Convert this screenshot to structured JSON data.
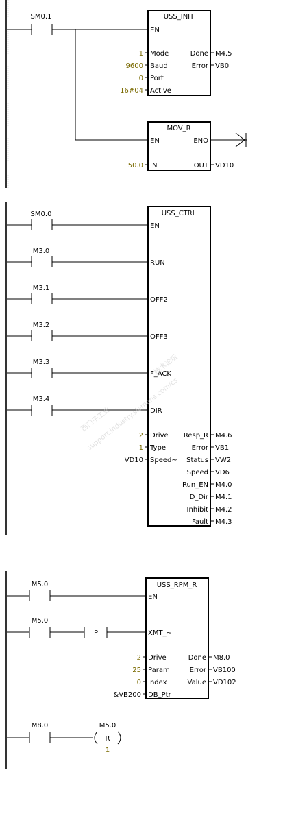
{
  "colors": {
    "wire": "#000000",
    "param_value": "#7a6a00",
    "background": "#ffffff"
  },
  "networks": [
    {
      "contacts": [
        {
          "label": "SM0.1"
        }
      ],
      "boxes": [
        {
          "title": "USS_INIT",
          "inputs": [
            {
              "pin": "EN",
              "value": ""
            },
            {
              "pin": "Mode",
              "value": "1"
            },
            {
              "pin": "Baud",
              "value": "9600"
            },
            {
              "pin": "Port",
              "value": "0"
            },
            {
              "pin": "Active",
              "value": "16#04"
            }
          ],
          "outputs": [
            {
              "pin": "Done",
              "value": "M4.5"
            },
            {
              "pin": "Error",
              "value": "VB0"
            }
          ]
        },
        {
          "title": "MOV_R",
          "inputs": [
            {
              "pin": "EN",
              "value": ""
            },
            {
              "pin": "IN",
              "value": "50.0"
            }
          ],
          "outputs": [
            {
              "pin": "ENO",
              "value": ""
            },
            {
              "pin": "OUT",
              "value": "VD10"
            }
          ]
        }
      ]
    },
    {
      "contacts": [
        {
          "label": "SM0.0"
        },
        {
          "label": "M3.0"
        },
        {
          "label": "M3.1"
        },
        {
          "label": "M3.2"
        },
        {
          "label": "M3.3"
        },
        {
          "label": "M3.4"
        }
      ],
      "box": {
        "title": "USS_CTRL",
        "inputs": [
          {
            "pin": "EN",
            "value": ""
          },
          {
            "pin": "RUN",
            "value": ""
          },
          {
            "pin": "OFF2",
            "value": ""
          },
          {
            "pin": "OFF3",
            "value": ""
          },
          {
            "pin": "F_ACK",
            "value": ""
          },
          {
            "pin": "DIR",
            "value": ""
          },
          {
            "pin": "Drive",
            "value": "2"
          },
          {
            "pin": "Type",
            "value": "1"
          },
          {
            "pin": "Speed~",
            "value": "VD10"
          }
        ],
        "outputs": [
          {
            "pin": "Resp_R",
            "value": "M4.6"
          },
          {
            "pin": "Error",
            "value": "VB1"
          },
          {
            "pin": "Status",
            "value": "VW2"
          },
          {
            "pin": "Speed",
            "value": "VD6"
          },
          {
            "pin": "Run_EN",
            "value": "M4.0"
          },
          {
            "pin": "D_Dir",
            "value": "M4.1"
          },
          {
            "pin": "Inhibit",
            "value": "M4.2"
          },
          {
            "pin": "Fault",
            "value": "M4.3"
          }
        ]
      }
    },
    {
      "contacts": [
        {
          "label": "M5.0"
        },
        {
          "label": "M5.0"
        },
        {
          "label": "M8.0"
        }
      ],
      "p_edge": "P",
      "box": {
        "title": "USS_RPM_R",
        "inputs": [
          {
            "pin": "EN",
            "value": ""
          },
          {
            "pin": "XMT_~",
            "value": ""
          },
          {
            "pin": "Drive",
            "value": "2"
          },
          {
            "pin": "Param",
            "value": "25"
          },
          {
            "pin": "Index",
            "value": "0"
          },
          {
            "pin": "DB_Ptr",
            "value": "&VB200"
          }
        ],
        "outputs": [
          {
            "pin": "Done",
            "value": "M8.0"
          },
          {
            "pin": "Error",
            "value": "VB100"
          },
          {
            "pin": "Value",
            "value": "VD102"
          }
        ]
      },
      "coil": {
        "address": "M5.0",
        "type": "R",
        "count": "1"
      }
    }
  ],
  "watermark": {
    "line1": "西门子工业",
    "line2": "技术论坛",
    "line3": "support.industry.siemens.com/cs"
  }
}
